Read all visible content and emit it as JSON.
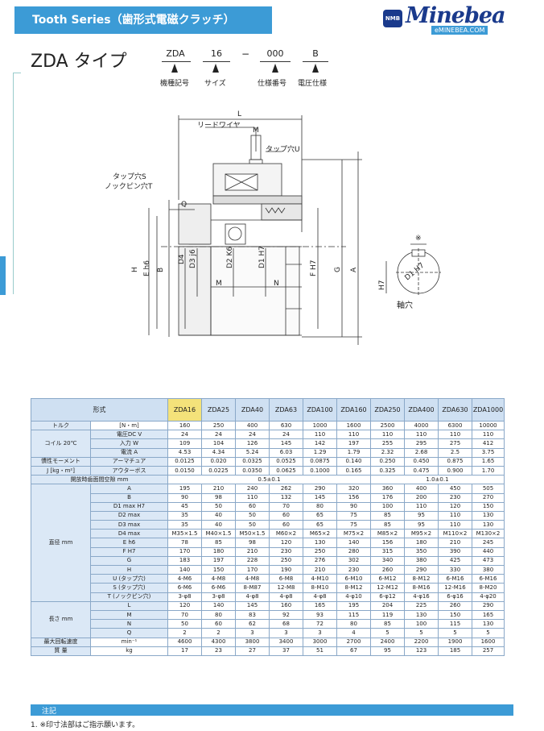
{
  "header": {
    "title": "Tooth Series（歯形式電磁クラッチ）",
    "logo_mark": "NMB",
    "logo_text": "Minebea",
    "logo_url": "eMINEBEA.COM"
  },
  "model_code": {
    "title": "ZDA タイプ",
    "parts": [
      {
        "value": "ZDA",
        "label": "機種記号"
      },
      {
        "value": "16",
        "label": "サイズ"
      },
      {
        "value": "000",
        "label": "仕様番号"
      },
      {
        "value": "B",
        "label": "電圧仕様"
      }
    ],
    "dash": "−"
  },
  "drawing_labels": {
    "L": "L",
    "lead_wire": "リードワイヤ",
    "M": "M",
    "tap_u": "タップ穴U",
    "tap_s": "タップ穴S",
    "knock_t": "ノックピン穴T",
    "Q": "Q",
    "H": "H",
    "E": "E h6",
    "B": "B",
    "D4": "D4",
    "D3": "D3 j6",
    "D2": "D2 K6",
    "D1": "D1 H7",
    "M2": "M",
    "N": "N",
    "F": "F H7",
    "G": "G",
    "A": "A",
    "mark": "※",
    "H7": "H7",
    "shaft_d1": "D1 H7",
    "shaft_hole": "軸穴"
  },
  "table": {
    "header_label": "形式",
    "models": [
      "ZDA16",
      "ZDA25",
      "ZDA40",
      "ZDA63",
      "ZDA100",
      "ZDA160",
      "ZDA250",
      "ZDA400",
      "ZDA630",
      "ZDA1000"
    ],
    "rows": [
      {
        "group": "トルク",
        "sub": "[N・m]",
        "values": [
          "160",
          "250",
          "400",
          "630",
          "1000",
          "1600",
          "2500",
          "4000",
          "6300",
          "10000"
        ]
      },
      {
        "group": "コイル 20℃",
        "sub": "電圧DC V",
        "values": [
          "24",
          "24",
          "24",
          "24",
          "110",
          "110",
          "110",
          "110",
          "110",
          "110"
        ]
      },
      {
        "group": "",
        "sub": "入力 W",
        "values": [
          "109",
          "104",
          "126",
          "145",
          "142",
          "197",
          "255",
          "295",
          "275",
          "412"
        ]
      },
      {
        "group": "",
        "sub": "電流 A",
        "values": [
          "4.53",
          "4.34",
          "5.24",
          "6.03",
          "1.29",
          "1.79",
          "2.32",
          "2.68",
          "2.5",
          "3.75"
        ]
      },
      {
        "group": "慣性モーメント",
        "sub": "アーマチュア",
        "values": [
          "0.0125",
          "0.020",
          "0.0325",
          "0.0525",
          "0.0875",
          "0.140",
          "0.250",
          "0.450",
          "0.875",
          "1.65"
        ]
      },
      {
        "group": "J [kg・m²]",
        "sub": "アウターボス",
        "values": [
          "0.0150",
          "0.0225",
          "0.0350",
          "0.0625",
          "0.1000",
          "0.165",
          "0.325",
          "0.475",
          "0.900",
          "1.70"
        ]
      },
      {
        "group": "開放時歯面間空隙 mm",
        "sub": "",
        "span_values": [
          "0.5±0.1",
          "1.0±0.1"
        ]
      },
      {
        "group": "",
        "sub": "A",
        "values": [
          "195",
          "210",
          "240",
          "262",
          "290",
          "320",
          "360",
          "400",
          "450",
          "505"
        ]
      },
      {
        "group": "",
        "sub": "B",
        "values": [
          "90",
          "98",
          "110",
          "132",
          "145",
          "156",
          "176",
          "200",
          "230",
          "270"
        ]
      },
      {
        "group": "",
        "sub": "D1 max H7",
        "values": [
          "45",
          "50",
          "60",
          "70",
          "80",
          "90",
          "100",
          "110",
          "120",
          "150"
        ]
      },
      {
        "group": "",
        "sub": "D2 max",
        "values": [
          "35",
          "40",
          "50",
          "60",
          "65",
          "75",
          "85",
          "95",
          "110",
          "130"
        ]
      },
      {
        "group": "",
        "sub": "D3 max",
        "values": [
          "35",
          "40",
          "50",
          "60",
          "65",
          "75",
          "85",
          "95",
          "110",
          "130"
        ]
      },
      {
        "group": "直径 mm",
        "sub": "D4 max",
        "values": [
          "M35×1.5",
          "M40×1.5",
          "M50×1.5",
          "M60×2",
          "M65×2",
          "M75×2",
          "M85×2",
          "M95×2",
          "M110×2",
          "M130×2"
        ]
      },
      {
        "group": "",
        "sub": "E h6",
        "values": [
          "78",
          "85",
          "98",
          "120",
          "130",
          "140",
          "156",
          "180",
          "210",
          "245"
        ]
      },
      {
        "group": "",
        "sub": "F H7",
        "values": [
          "170",
          "180",
          "210",
          "230",
          "250",
          "280",
          "315",
          "350",
          "390",
          "440"
        ]
      },
      {
        "group": "",
        "sub": "G",
        "values": [
          "183",
          "197",
          "228",
          "250",
          "276",
          "302",
          "340",
          "380",
          "425",
          "473"
        ]
      },
      {
        "group": "",
        "sub": "H",
        "values": [
          "140",
          "150",
          "170",
          "190",
          "210",
          "230",
          "260",
          "290",
          "330",
          "380"
        ]
      },
      {
        "group": "",
        "sub": "U (タップ穴)",
        "values": [
          "4-M6",
          "4-M8",
          "4-M8",
          "6-M8",
          "4-M10",
          "6-M10",
          "6-M12",
          "8-M12",
          "6-M16",
          "6-M16"
        ]
      },
      {
        "group": "",
        "sub": "S (タップ穴)",
        "values": [
          "6-M6",
          "6-M6",
          "8-M87",
          "12-M8",
          "8-M10",
          "8-M12",
          "12-M12",
          "8-M16",
          "12-M16",
          "8-M20"
        ]
      },
      {
        "group": "",
        "sub": "T (ノックピン穴)",
        "values": [
          "3-φ8",
          "3-φ8",
          "4-φ8",
          "4-φ8",
          "4-φ8",
          "4-φ10",
          "6-φ12",
          "4-φ16",
          "6-φ16",
          "4-φ20"
        ]
      },
      {
        "group": "",
        "sub": "L",
        "values": [
          "120",
          "140",
          "145",
          "160",
          "165",
          "195",
          "204",
          "225",
          "260",
          "290"
        ]
      },
      {
        "group": "長さ mm",
        "sub": "M",
        "values": [
          "70",
          "80",
          "83",
          "92",
          "93",
          "115",
          "119",
          "130",
          "150",
          "165"
        ]
      },
      {
        "group": "",
        "sub": "N",
        "values": [
          "50",
          "60",
          "62",
          "68",
          "72",
          "80",
          "85",
          "100",
          "115",
          "130"
        ]
      },
      {
        "group": "",
        "sub": "Q",
        "values": [
          "2",
          "2",
          "3",
          "3",
          "3",
          "4",
          "5",
          "5",
          "5",
          "5"
        ]
      },
      {
        "group": "最大回転速度",
        "sub": "min⁻¹",
        "values": [
          "4600",
          "4300",
          "3800",
          "3400",
          "3000",
          "2700",
          "2400",
          "2200",
          "1900",
          "1600"
        ]
      },
      {
        "group": "質 量",
        "sub": "kg",
        "values": [
          "17",
          "23",
          "27",
          "37",
          "51",
          "67",
          "95",
          "123",
          "185",
          "257"
        ]
      }
    ]
  },
  "notes": {
    "title": "注記",
    "items": [
      "1. ※印寸法部はご指示願います。"
    ]
  }
}
